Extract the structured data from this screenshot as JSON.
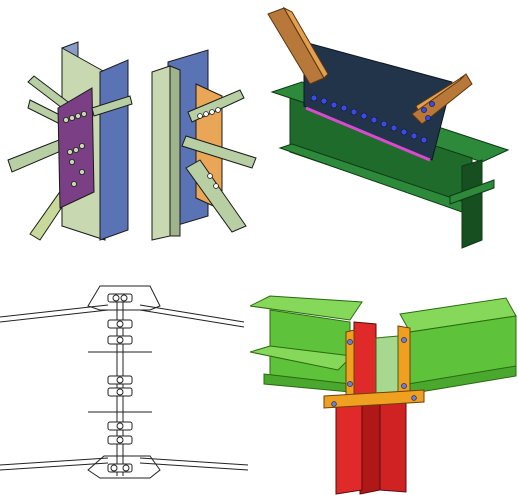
{
  "figure": {
    "panels": [
      {
        "id": "gusset-plate-bracing-connection",
        "colors": {
          "column": "#5a73b5",
          "plate": "#7a3f85",
          "brace": "#b7cfa2",
          "plate_alt": "#e8a656"
        }
      },
      {
        "id": "beam-top-plate-bracing-connection",
        "colors": {
          "beam": "#1f6b2b",
          "plate": "#22344a",
          "brace": "#b8783a",
          "bolt": "#3b49e8",
          "weld": "#d84bd0"
        }
      },
      {
        "id": "truss-chord-splice-wireframe",
        "colors": {
          "line": "#222222"
        }
      },
      {
        "id": "beam-column-moment-connection",
        "colors": {
          "beam": "#5ec23a",
          "column": "#e02a2a",
          "plate": "#f0a020",
          "bolt": "#6a7fd0"
        }
      }
    ]
  }
}
